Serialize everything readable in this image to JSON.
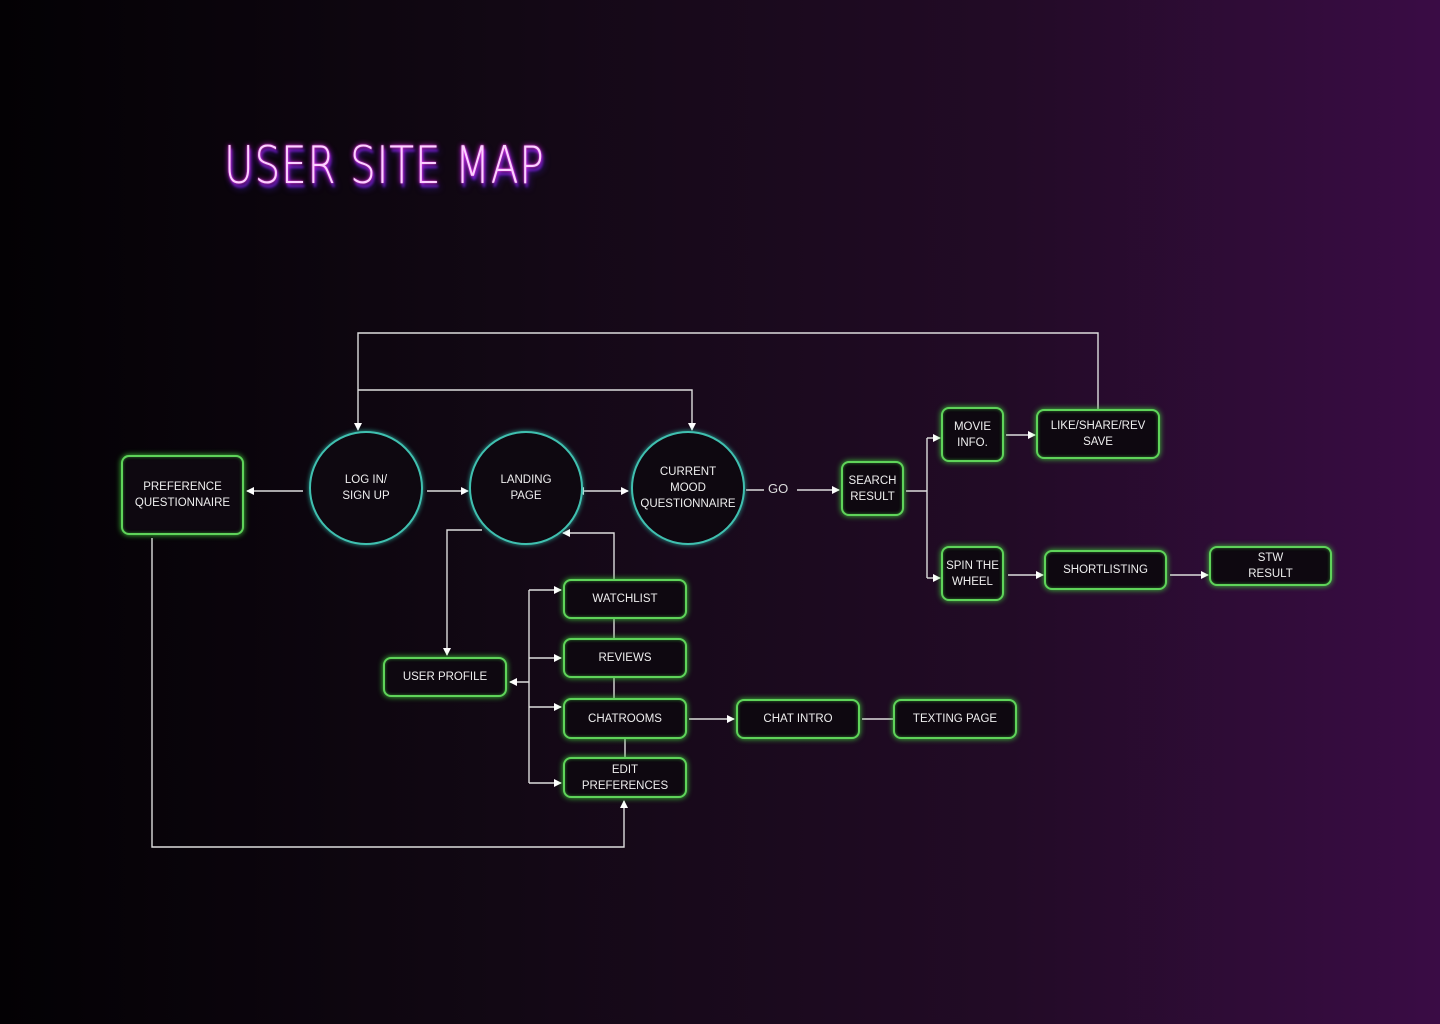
{
  "title": "USER SITE MAP",
  "edge_label_go": "GO",
  "nodes": {
    "preference_questionnaire": "PREFERENCE\nQUESTIONNAIRE",
    "login": "LOG IN/\nSIGN UP",
    "landing": "LANDING\nPAGE",
    "current_mood": "CURRENT\nMOOD\nQUESTIONNAIRE",
    "search_result": "SEARCH\nRESULT",
    "movie_info": "MOVIE\nINFO.",
    "like_share": "LIKE/SHARE/REV\nSAVE",
    "spin_wheel": "SPIN THE\nWHEEL",
    "shortlisting": "SHORTLISTING",
    "stw_result": "STW\nRESULT",
    "watchlist": "WATCHLIST",
    "reviews": "REVIEWS",
    "user_profile": "USER PROFILE",
    "chatrooms": "CHATROOMS",
    "chat_intro": "CHAT INTRO",
    "texting_page": "TEXTING PAGE",
    "edit_preferences": "EDIT\nPREFERENCES"
  },
  "colors": {
    "box_border": "#5fd35a",
    "circle_border": "#40c0b0",
    "title": "#f07cff"
  }
}
